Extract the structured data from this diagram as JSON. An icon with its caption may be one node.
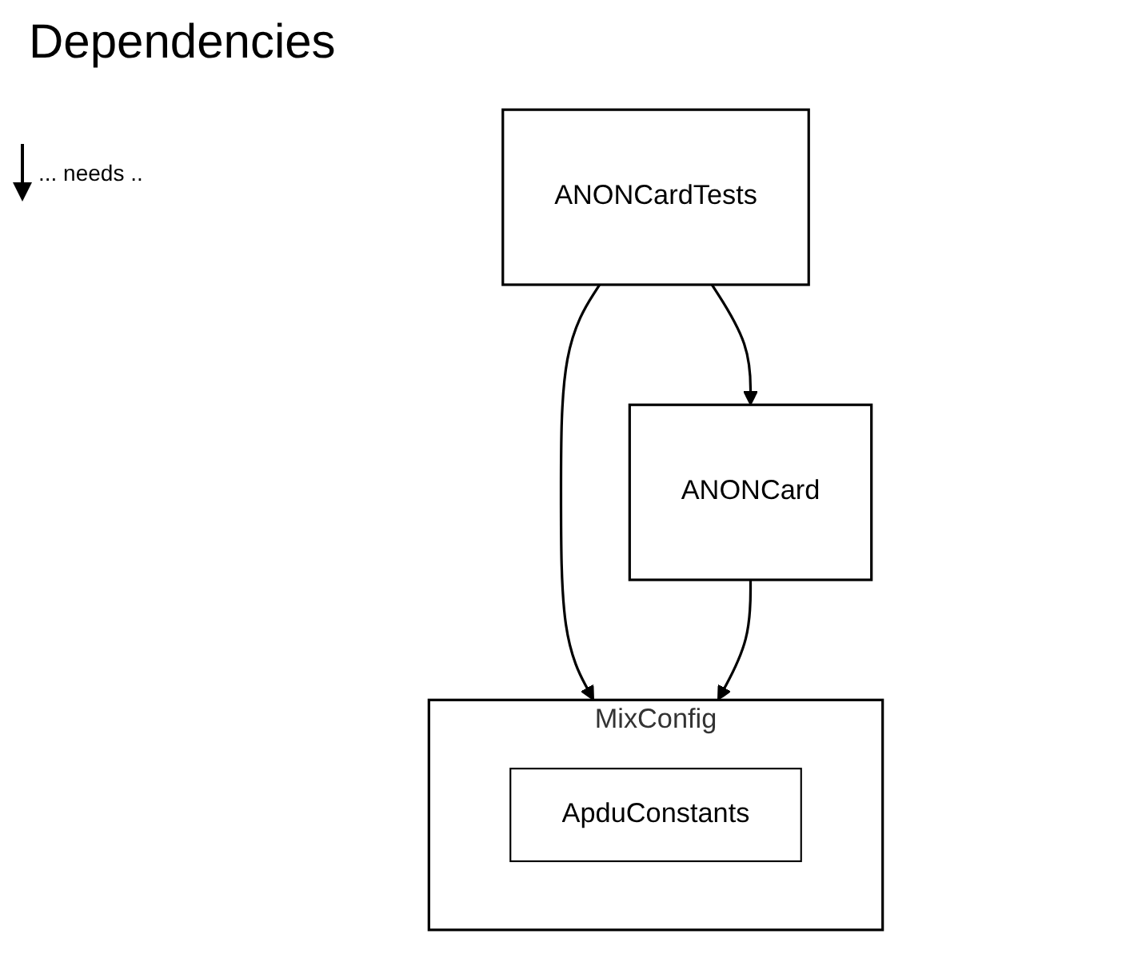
{
  "diagram": {
    "title": "Dependencies",
    "nodes": [
      {
        "text": [
          "ANONCardTests"
        ]
      },
      {
        "text": [
          "ANONCard"
        ]
      },
      {
        "text": [
          "MixConfig"
        ]
      },
      {
        "text": [
          "ApduConstants"
        ],
        "in": 2
      }
    ],
    "edges": [
      {
        "from": 0,
        "to": 1,
        "arrow": "to"
      },
      {
        "from": 0,
        "to": 2,
        "arrow": "to"
      },
      {
        "from": 1,
        "to": 2,
        "arrow": "to"
      }
    ],
    "legend": [
      {
        "text": "... needs .."
      }
    ]
  }
}
